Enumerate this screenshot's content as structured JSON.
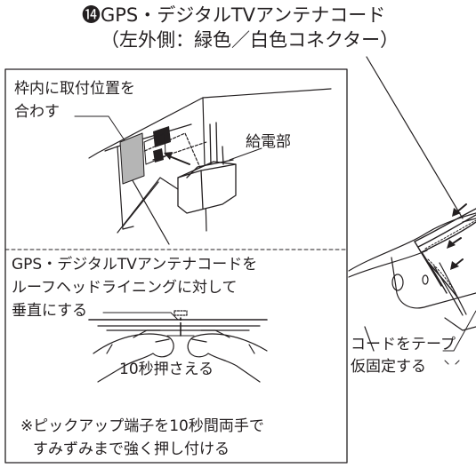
{
  "header": {
    "marker": "⓮",
    "title": "GPS・デジタルTVアンテナコード",
    "subtitle": "（左外側：緑色／白色コネクター）"
  },
  "upper_panel": {
    "note": [
      "枠内に取付位置を",
      "合わす"
    ],
    "feed_label": "給電部"
  },
  "lower_panel": {
    "instruction": [
      "GPS・デジタルTVアンテナコードを",
      "ルーフヘッドライニングに対して",
      "垂直にする"
    ],
    "press_label": "10秒押さえる",
    "note": [
      "※ピックアップ端子を10秒間両手で",
      "すみずみまで強く押し付ける"
    ]
  },
  "right_callout": [
    "コードをテープ",
    "仮固定する"
  ]
}
